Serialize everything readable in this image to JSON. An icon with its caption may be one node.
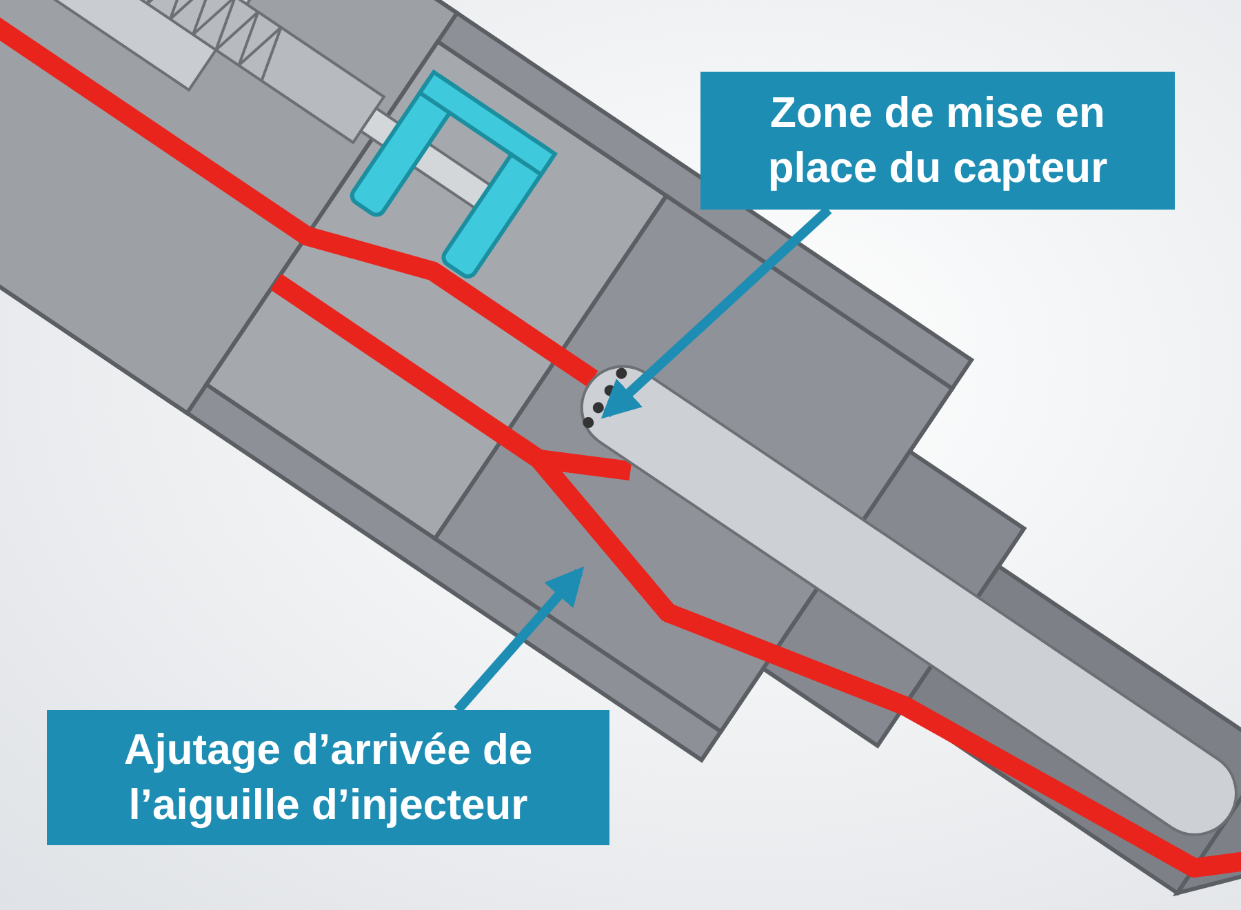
{
  "diagram": {
    "nodes": [
      {
        "text": [
          "Zone de mise en place du capteur"
        ]
      },
      {
        "text": [
          "Ajutage d’arrivée de l’aiguille d’injecteur"
        ]
      }
    ],
    "edges": [
      {
        "from": 0,
        "to": null,
        "arrow": "to"
      },
      {
        "from": 1,
        "to": null,
        "arrow": "to"
      }
    ]
  }
}
